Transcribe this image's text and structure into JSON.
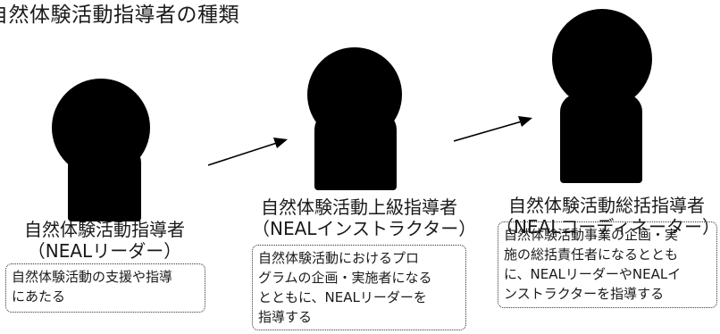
{
  "title": "自然体験活動指導者の種類",
  "roles": [
    {
      "name": "自然体験活動指導者",
      "alias": "（NEALリーダー）",
      "description": "自然体験活動の支援や指導\nにあたる"
    },
    {
      "name": "自然体験活動上級指導者",
      "alias": "（NEALインストラクター）",
      "description": "自然体験活動におけるプロ\nグラムの企画・実施者になる\nとともに、NEALリーダーを\n指導する"
    },
    {
      "name": "自然体験活動総括指導者",
      "alias": "（NEALコーディネーター）",
      "description": "自然体験活動事業の企画・実\n施の総括責任者になるととも\nに、NEALリーダーやNEALイ\nンストラクターを指導する"
    }
  ]
}
